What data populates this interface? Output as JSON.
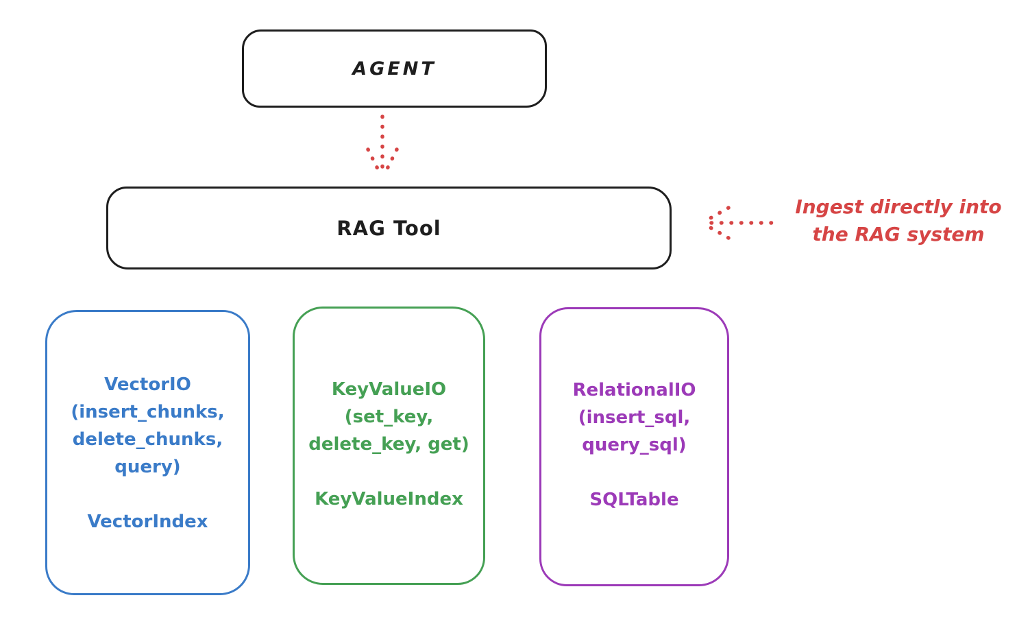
{
  "diagram": {
    "agent": {
      "label": "AGENT"
    },
    "rag_tool": {
      "label": "RAG Tool"
    },
    "annotation": {
      "line1": "Ingest directly into",
      "line2": "the RAG system"
    },
    "boxes": {
      "vector": {
        "title": "VectorIO",
        "args1": "(insert_chunks,",
        "args2": "delete_chunks,",
        "args3": "query)",
        "index": "VectorIndex"
      },
      "keyvalue": {
        "title": "KeyValueIO",
        "args1": "(set_key,",
        "args2": "delete_key, get)",
        "index": "KeyValueIndex"
      },
      "relational": {
        "title": "RelationalIO",
        "args1": "(insert_sql,",
        "args2": "query_sql)",
        "index": "SQLTable"
      }
    },
    "colors": {
      "outline_black": "#1e1e1e",
      "arrow_red": "#d64545",
      "vector_blue": "#3a7bc8",
      "keyvalue_green": "#45a054",
      "relational_purple": "#9c3ab8",
      "background": "#ffffff"
    }
  }
}
